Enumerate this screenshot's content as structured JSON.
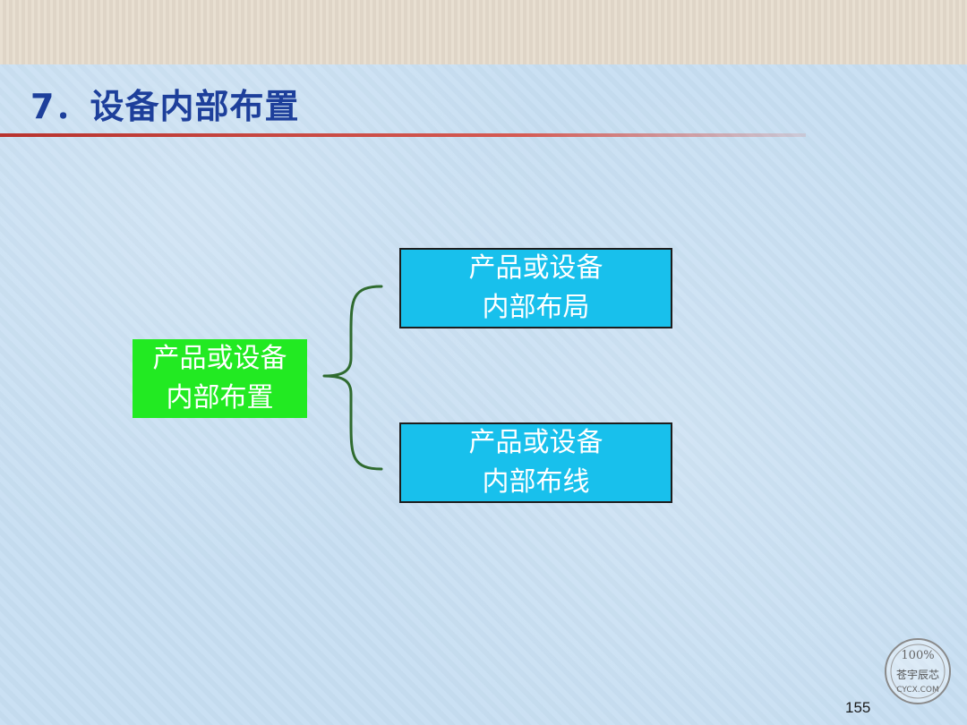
{
  "title": "7．设备内部布置",
  "diagram": {
    "source": {
      "line1": "产品或设备",
      "line2": "内部布置"
    },
    "targets": [
      {
        "line1": "产品或设备",
        "line2": "内部布局"
      },
      {
        "line1": "产品或设备",
        "line2": "内部布线"
      }
    ]
  },
  "page_number": "155",
  "watermark": {
    "top_text": "100%",
    "middle_text": "苍宇辰芯",
    "bottom_text": "CYCX.COM"
  },
  "colors": {
    "title": "#1d3f9b",
    "accent_line": "#b8322d",
    "green_box": "#22ea22",
    "blue_box": "#18c0ec",
    "brace": "#2f6b2f"
  }
}
